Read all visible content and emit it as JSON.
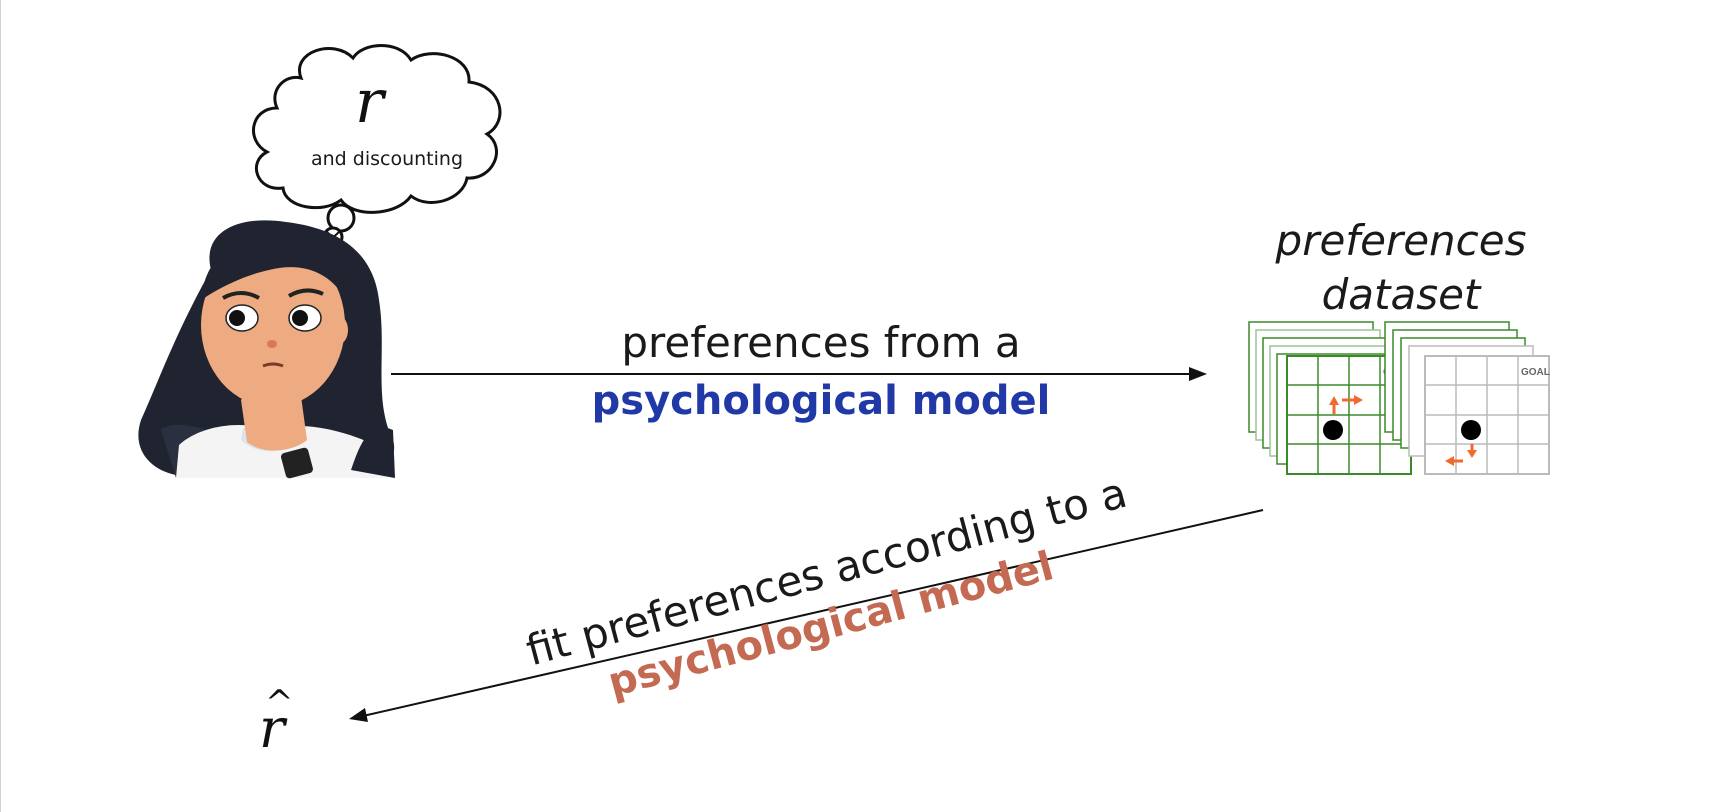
{
  "thought": {
    "symbol": "r",
    "caption": "and discounting"
  },
  "top_arrow": {
    "line1": "preferences from a",
    "line2": "psychological model"
  },
  "dataset": {
    "title": "preferences dataset",
    "goal_label": "GOAL"
  },
  "bottom_arrow": {
    "line1": "fit preferences according to a",
    "line2": "psychological model"
  },
  "estimate": {
    "symbol": "r",
    "accent": "^"
  },
  "colors": {
    "model_blue": "#2139a6",
    "model_orange": "#c46a52",
    "grid_green": "#3a8a2a",
    "arrow_orange": "#f06a30"
  }
}
